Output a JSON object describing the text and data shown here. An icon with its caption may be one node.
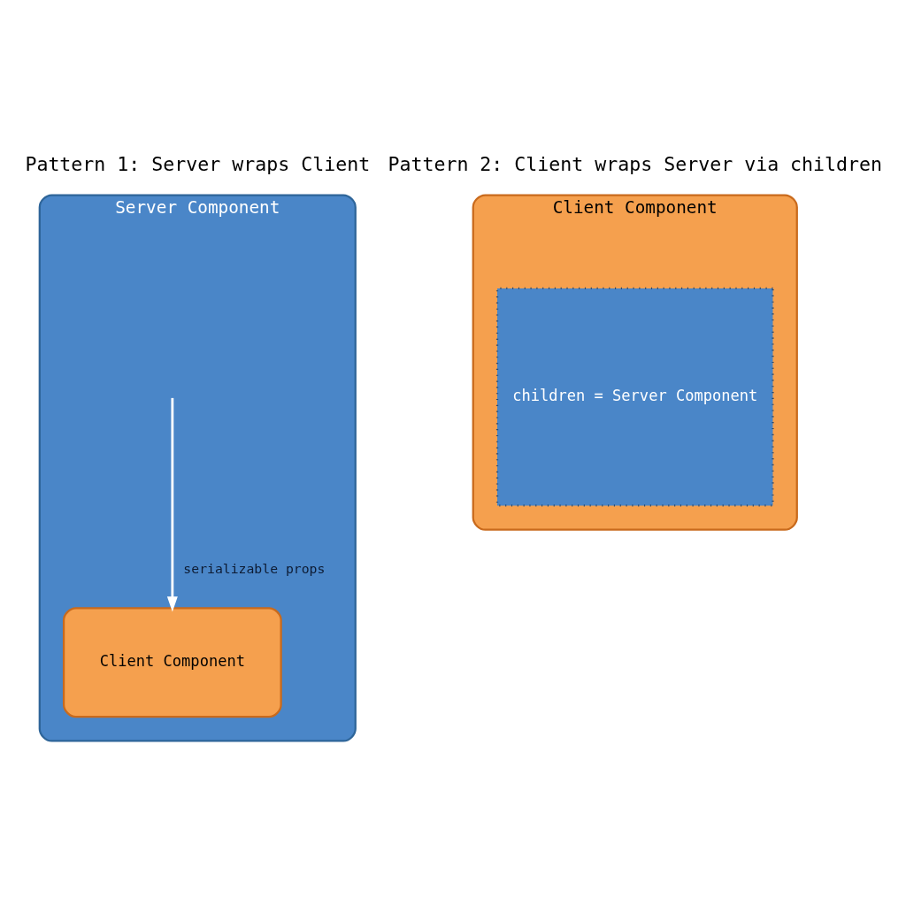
{
  "diagram": {
    "nodes": [
      {
        "text": [
          "Pattern 1: Server wraps Client",
          "Server Component"
        ]
      },
      {
        "text": [
          "Client Component"
        ],
        "in": 0
      },
      {
        "text": [
          "Pattern 2: Client wraps Server via children",
          "Client Component"
        ]
      },
      {
        "text": [
          "children = Server Component"
        ],
        "in": 2
      }
    ],
    "edges": [
      {
        "from": null,
        "to": 1,
        "arrow": "to",
        "label": "serializable props"
      }
    ]
  }
}
